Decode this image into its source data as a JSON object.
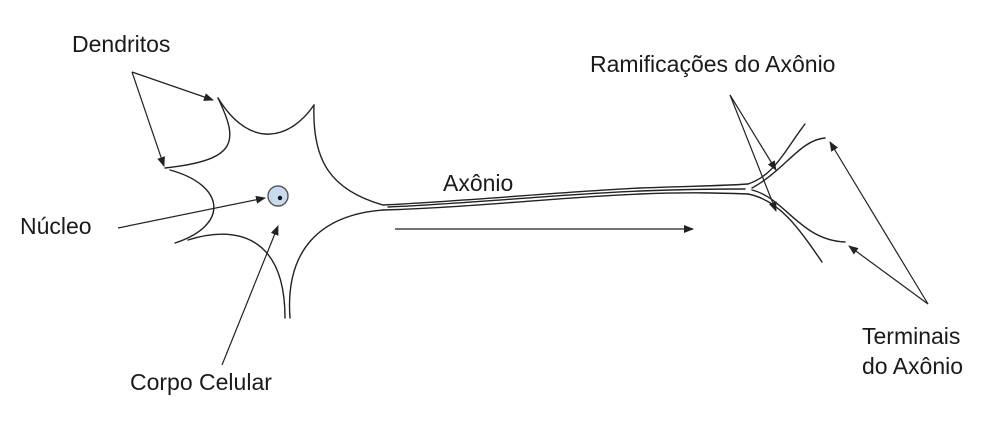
{
  "labels": {
    "dendrites": "Dendritos",
    "nucleus": "Núcleo",
    "cell_body": "Corpo Celular",
    "axon": "Axônio",
    "axon_branches": "Ramificações do Axônio",
    "axon_terminals_line1": "Terminais",
    "axon_terminals_line2": "do Axônio"
  },
  "colors": {
    "line": "#222222",
    "nucleus_fill": "#c9dcef",
    "nucleus_stroke": "#555555",
    "background": "#ffffff"
  }
}
